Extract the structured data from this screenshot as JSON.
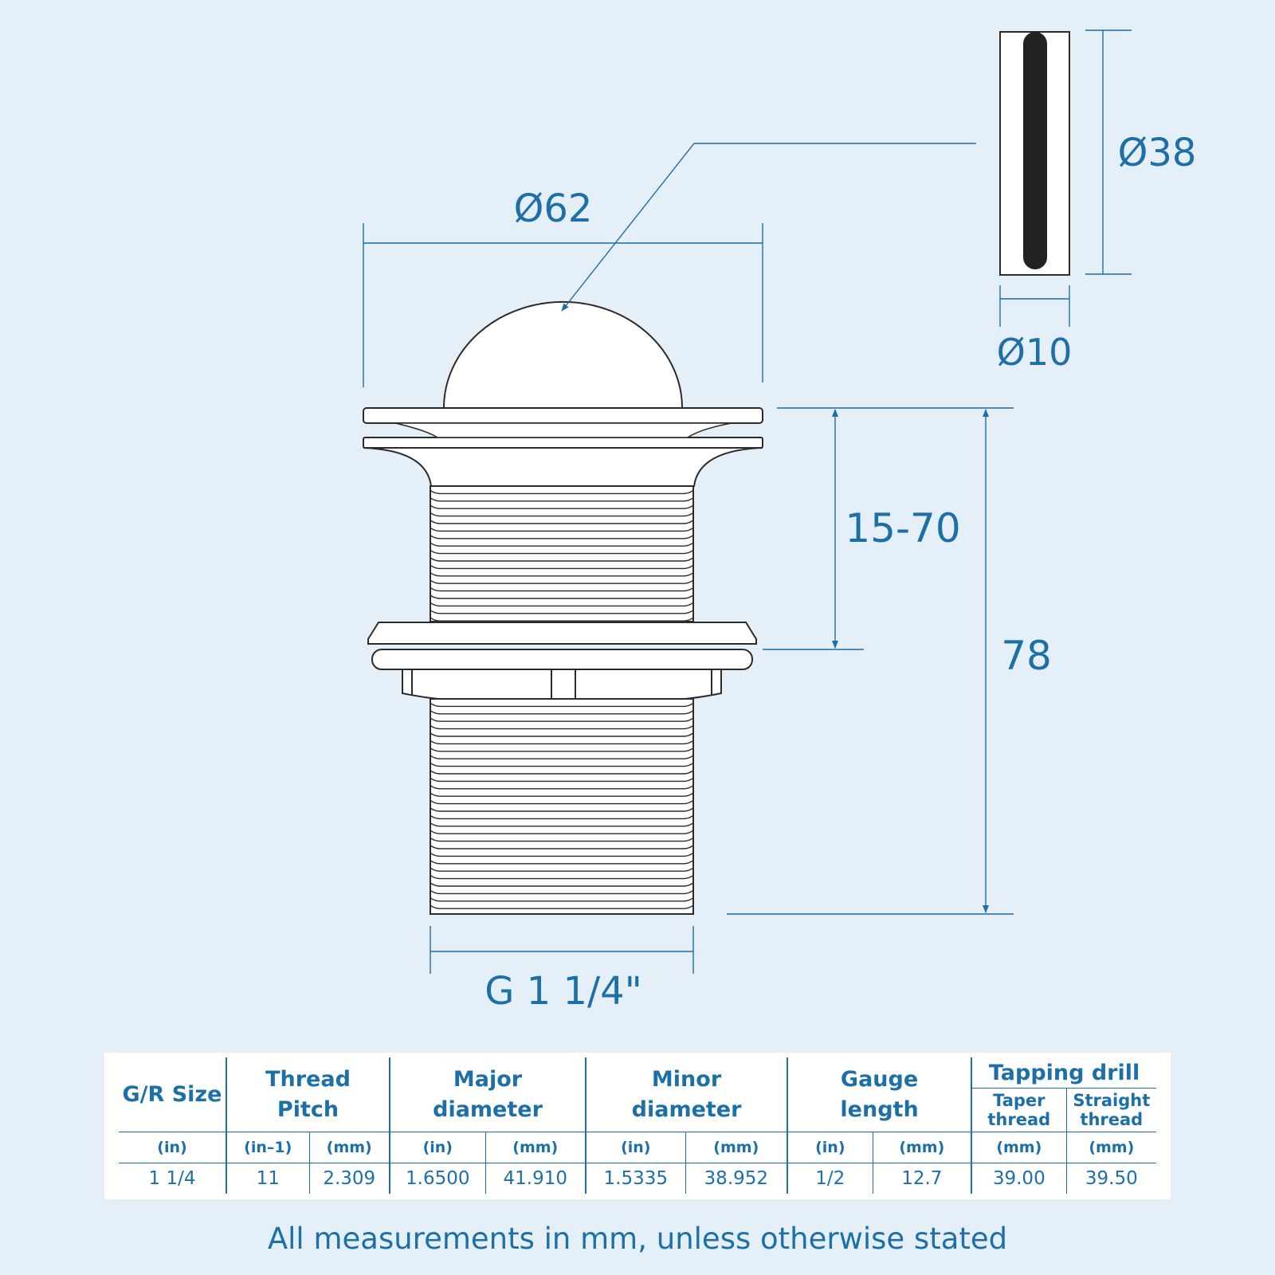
{
  "dimensions": {
    "flange_diameter": "Ø62",
    "plug_diameter": "Ø38",
    "plug_thickness": "Ø10",
    "worktop_thickness_range": "15-70",
    "overall_height": "78",
    "thread_size": "G 1 1/4\""
  },
  "table": {
    "headers": {
      "gr_size": "G/R Size",
      "thread_pitch": [
        "Thread",
        "Pitch"
      ],
      "major_diameter": [
        "Major",
        "diameter"
      ],
      "minor_diameter": [
        "Minor",
        "diameter"
      ],
      "gauge_length": [
        "Gauge",
        "length"
      ],
      "tapping_drill": "Tapping drill",
      "taper_thread": [
        "Taper",
        "thread"
      ],
      "straight_thread": [
        "Straight",
        "thread"
      ]
    },
    "units": [
      "(in)",
      "(in–1)",
      "(mm)",
      "(in)",
      "(mm)",
      "(in)",
      "(mm)",
      "(in)",
      "(mm)",
      "(mm)",
      "(mm)"
    ],
    "values": [
      "1 1/4",
      "11",
      "2.309",
      "1.6500",
      "41.910",
      "1.5335",
      "38.952",
      "1/2",
      "12.7",
      "39.00",
      "39.50"
    ]
  },
  "footnote": "All measurements in mm, unless otherwise stated",
  "colors": {
    "background": "#e4eff8",
    "accent": "#1d6fa8",
    "outline": "#2b2b2b",
    "seal": "#222222"
  }
}
